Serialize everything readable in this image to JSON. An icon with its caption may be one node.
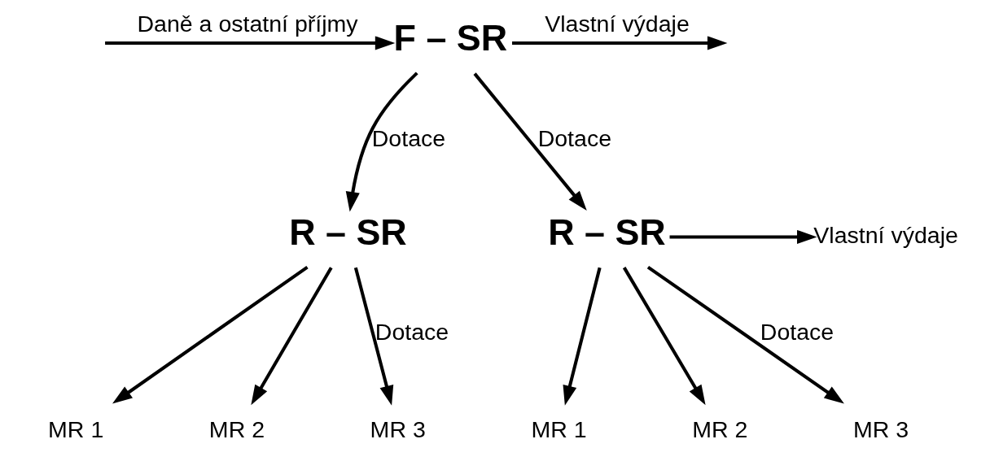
{
  "diagram": {
    "nodes": [
      {
        "text": [
          "F – SR"
        ]
      },
      {
        "text": [
          "R – SR"
        ]
      },
      {
        "text": [
          "R – SR"
        ]
      },
      {
        "text": [
          "Vlastní výdaje"
        ]
      },
      {
        "text": [
          "MR 1"
        ]
      },
      {
        "text": [
          "MR 2"
        ]
      },
      {
        "text": [
          "MR 3"
        ]
      },
      {
        "text": [
          "MR 1"
        ]
      },
      {
        "text": [
          "MR 2"
        ]
      },
      {
        "text": [
          "MR 3"
        ]
      }
    ],
    "edges": [
      {
        "from": null,
        "to": 0,
        "arrow": "to",
        "label": "Daně a ostatní příjmy"
      },
      {
        "from": 0,
        "to": null,
        "arrow": "to",
        "label": "Vlastní výdaje"
      },
      {
        "from": 0,
        "to": 1,
        "arrow": "to",
        "label": "Dotace"
      },
      {
        "from": 0,
        "to": 2,
        "arrow": "to",
        "label": "Dotace"
      },
      {
        "from": 2,
        "to": 3,
        "arrow": "to"
      },
      {
        "from": 1,
        "to": 4,
        "arrow": "to"
      },
      {
        "from": 1,
        "to": 5,
        "arrow": "to"
      },
      {
        "from": 1,
        "to": 6,
        "arrow": "to",
        "label": "Dotace"
      },
      {
        "from": 2,
        "to": 7,
        "arrow": "to"
      },
      {
        "from": 2,
        "to": 8,
        "arrow": "to"
      },
      {
        "from": 2,
        "to": 9,
        "arrow": "to",
        "label": "Dotace"
      }
    ]
  }
}
